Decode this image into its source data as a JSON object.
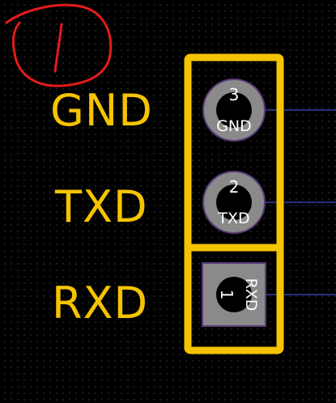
{
  "annotation": {
    "text": "1",
    "color": "#e31b1b"
  },
  "silkscreen": {
    "color": "#f5c400",
    "labels": [
      "GND",
      "TXD",
      "RXD"
    ]
  },
  "pads": [
    {
      "number": "3",
      "net": "GND",
      "shape": "round"
    },
    {
      "number": "2",
      "net": "TXD",
      "shape": "round"
    },
    {
      "number": "1",
      "net": "RXD",
      "shape": "square"
    }
  ],
  "colors": {
    "background": "#000000",
    "pad_fill": "#8a8a8a",
    "pad_outline": "#5a3a7a",
    "drill": "#000000",
    "ratsnest": "#4a5cff"
  }
}
